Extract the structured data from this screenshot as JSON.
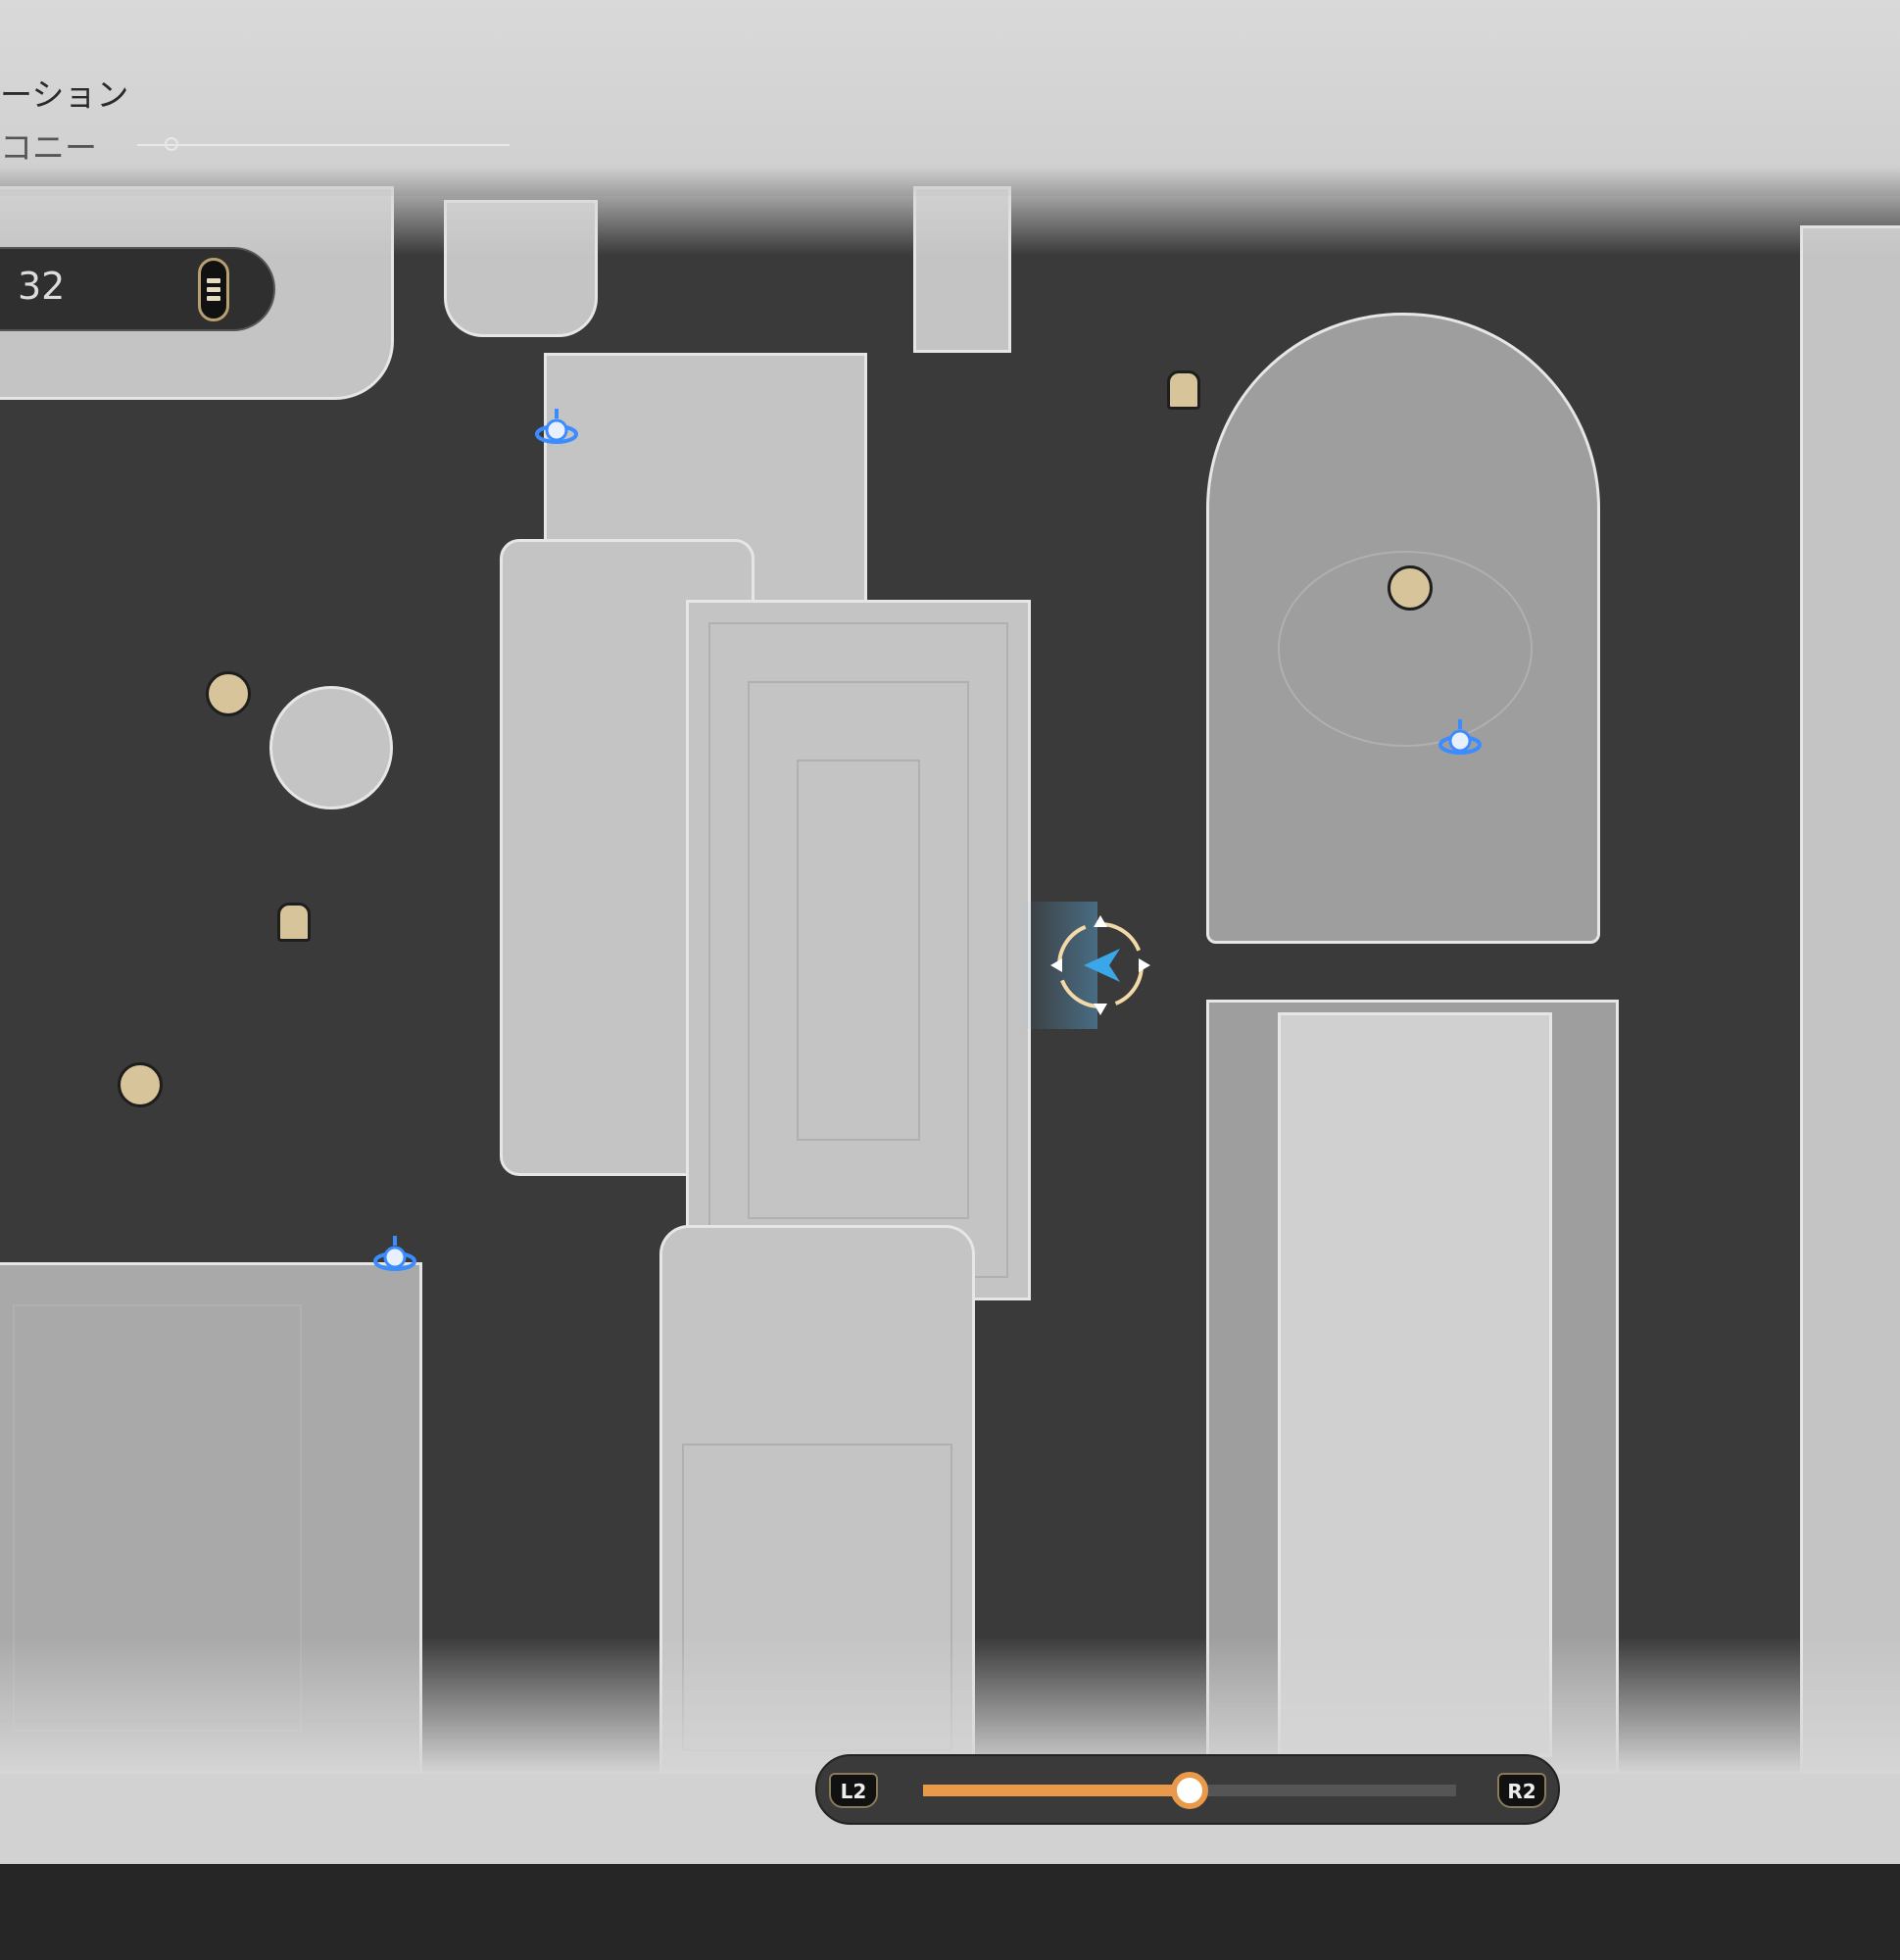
{
  "header": {
    "title_partial": "ーション",
    "subtitle_partial": "コニー"
  },
  "floor_selector": {
    "floor_number": "32",
    "menu_icon": "list-icon"
  },
  "zoom_slider": {
    "left_trigger": "L2",
    "right_trigger": "R2",
    "value_fraction": 0.5,
    "accent_color": "#e8994a"
  },
  "map": {
    "player_marker_icon": "player-arrow-icon",
    "markers": [
      {
        "type": "teleport",
        "icon": "space-anchor-icon"
      },
      {
        "type": "teleport",
        "icon": "space-anchor-icon"
      },
      {
        "type": "teleport",
        "icon": "space-anchor-icon"
      },
      {
        "type": "shop",
        "icon": "shopping-bag-icon"
      },
      {
        "type": "shop",
        "icon": "shopping-bag-icon"
      },
      {
        "type": "npc",
        "icon": "npc-icon"
      },
      {
        "type": "npc",
        "icon": "npc-icon"
      },
      {
        "type": "npc",
        "icon": "npc-icon"
      }
    ]
  }
}
